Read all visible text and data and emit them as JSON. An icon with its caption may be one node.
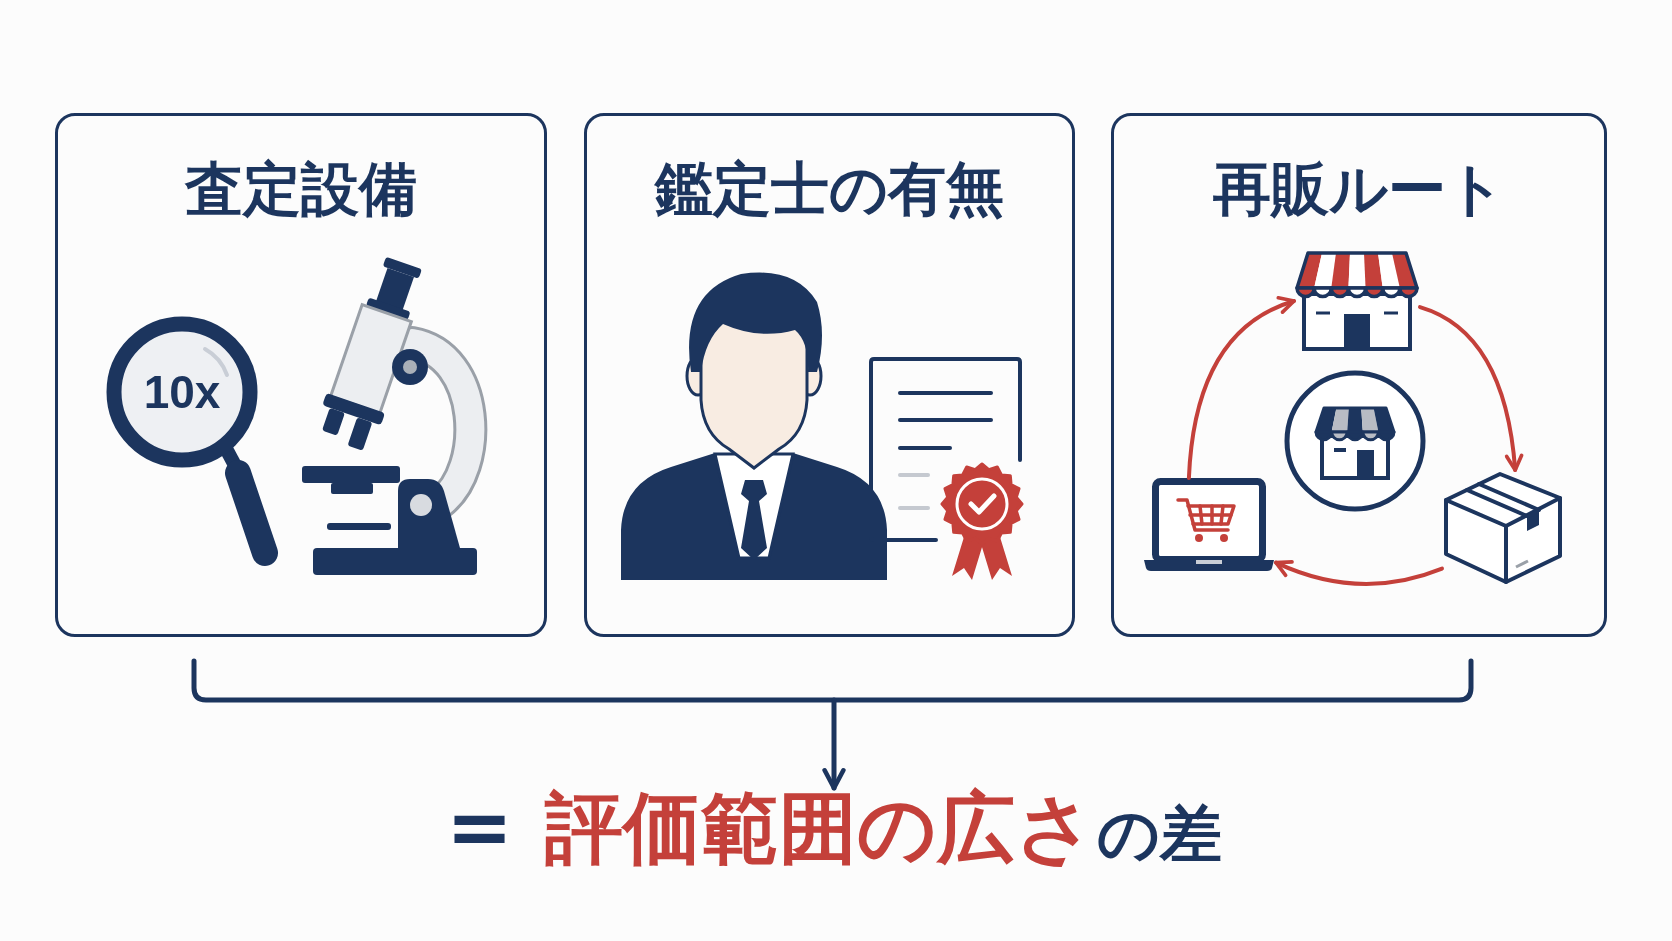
{
  "diagram": {
    "nodes": [
      {
        "text": [
          "査定設備"
        ]
      },
      {
        "text": [
          "鑑定士の有無"
        ]
      },
      {
        "text": [
          "再販ルート"
        ]
      },
      {
        "text": [],
        "shape": "picture",
        "in": 2
      },
      {
        "text": [],
        "shape": "picture",
        "in": 2
      },
      {
        "text": [],
        "shape": "picture",
        "in": 2
      },
      {
        "text": [
          "=",
          "評価範囲の広さ",
          "の差"
        ]
      }
    ],
    "edges": [
      {
        "from": null,
        "to": 6,
        "arrow": "to",
        "color": "#1c355e"
      },
      {
        "from": 3,
        "to": 5,
        "arrow": "to",
        "color": "#c4403a"
      },
      {
        "from": 5,
        "to": 4,
        "arrow": "to",
        "color": "#c4403a"
      },
      {
        "from": 4,
        "to": 3,
        "arrow": "to",
        "color": "#c4403a"
      }
    ],
    "labels": [
      "10x"
    ]
  }
}
